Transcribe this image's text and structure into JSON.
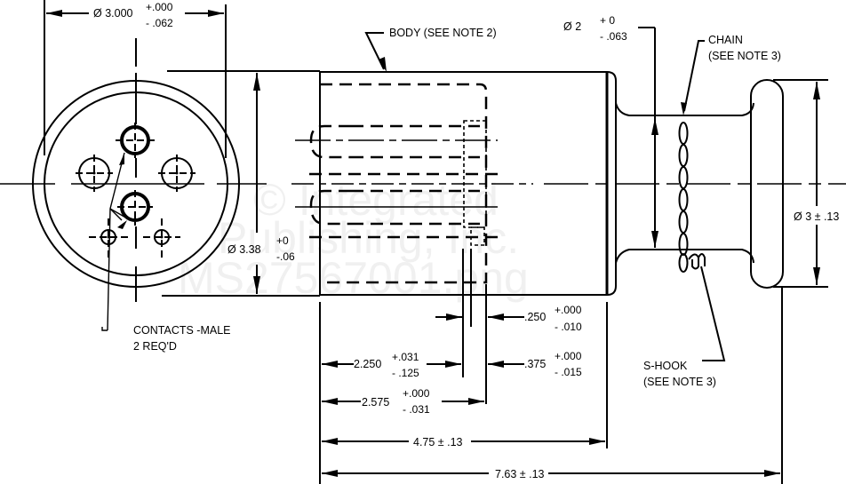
{
  "drawing": {
    "title": "MS27567 Connector Body with Chain Assembly",
    "ink_color": "#000000",
    "background_color": "#ffffff",
    "watermark": {
      "line1": "© Integrated",
      "line2": "Publishing, Inc.",
      "line3": "MS27567001.png"
    },
    "callouts": {
      "body": "BODY (SEE NOTE 2)",
      "chain_line1": "CHAIN",
      "chain_line2": "(SEE NOTE 3)",
      "contacts_line1": "CONTACTS -MALE",
      "contacts_line2": "2 REQ'D",
      "shook_line1": "S-HOOK",
      "shook_line2": "(SEE NOTE 3)"
    },
    "dimensions": {
      "face_diameter": {
        "nominal": "Ø 3.000",
        "plus": "+.000",
        "minus": "- .062"
      },
      "body_diameter": {
        "nominal": "Ø 3.38",
        "plus": "+0",
        "minus": "-.06"
      },
      "neck_diameter": {
        "nominal": "Ø  2",
        "plus": "+ 0",
        "minus": "- .063"
      },
      "flange_diameter": {
        "nominal": "Ø 3 ± .13"
      },
      "pin_offset_250": {
        "nominal": ".250",
        "plus": "+.000",
        "minus": "- .010"
      },
      "pin_offset_375": {
        "nominal": ".375",
        "plus": "+.000",
        "minus": "- .015"
      },
      "length_2250": {
        "nominal": "2.250",
        "plus": "+.031",
        "minus": "- .125"
      },
      "length_2575": {
        "nominal": "2.575",
        "plus": "+.000",
        "minus": "- .031"
      },
      "body_length": {
        "nominal": "4.75 ± .13"
      },
      "overall_length": {
        "nominal": "7.63 ± .13"
      }
    }
  }
}
